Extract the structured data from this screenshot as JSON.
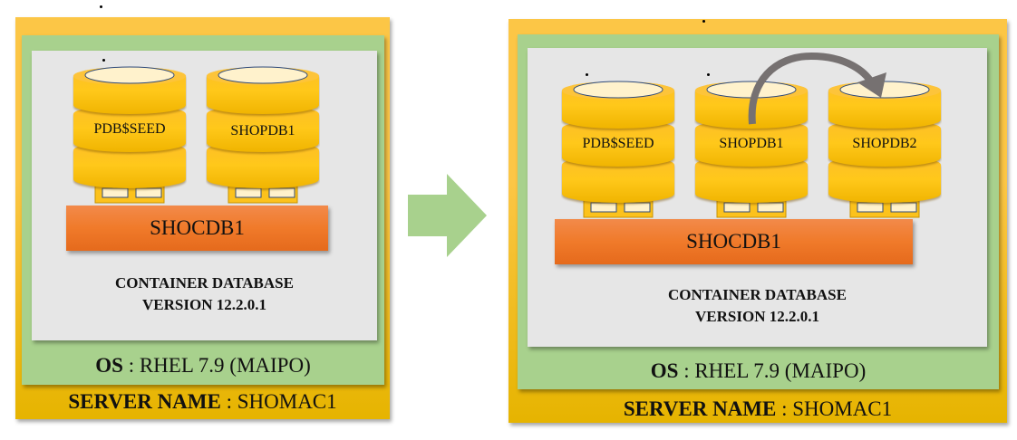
{
  "colors": {
    "server": "#fcc646",
    "os": "#a8d18d",
    "container_box": "#e6e6e6",
    "cdb_bar": "#f07a2a",
    "pdb": "#fcc21c",
    "arrow_transition": "#a8d18d",
    "arrow_clone": "#767171"
  },
  "before": {
    "server_label_bold": "SERVER NAME",
    "server_label_value": " : SHOMAC1",
    "os_label_bold": "OS",
    "os_label_value": " : RHEL 7.9 (MAIPO)",
    "cdb_name": "SHOCDB1",
    "cdb_caption_line1": "CONTAINER DATABASE",
    "cdb_caption_line2": "VERSION 12.2.0.1",
    "pdbs": [
      {
        "name": "PDB$SEED"
      },
      {
        "name": "SHOPDB1"
      }
    ]
  },
  "after": {
    "server_label_bold": "SERVER NAME",
    "server_label_value": " : SHOMAC1",
    "os_label_bold": "OS",
    "os_label_value": " : RHEL 7.9 (MAIPO)",
    "cdb_name": "SHOCDB1",
    "cdb_caption_line1": "CONTAINER DATABASE",
    "cdb_caption_line2": "VERSION 12.2.0.1",
    "pdbs": [
      {
        "name": "PDB$SEED"
      },
      {
        "name": "SHOPDB1"
      },
      {
        "name": "SHOPDB2"
      }
    ],
    "clone_arrow": {
      "from": "SHOPDB1",
      "to": "SHOPDB2"
    }
  },
  "transition_arrow": {
    "direction": "right"
  }
}
